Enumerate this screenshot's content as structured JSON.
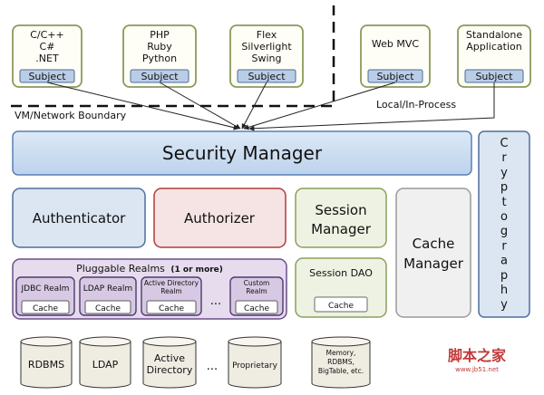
{
  "clients": [
    {
      "lines": [
        "C/C++",
        "C#",
        ".NET"
      ],
      "subject": "Subject"
    },
    {
      "lines": [
        "PHP",
        "Ruby",
        "Python"
      ],
      "subject": "Subject"
    },
    {
      "lines": [
        "Flex",
        "Silverlight",
        "Swing"
      ],
      "subject": "Subject"
    },
    {
      "lines": [
        "Web MVC"
      ],
      "subject": "Subject"
    },
    {
      "lines": [
        "Standalone",
        "Application"
      ],
      "subject": "Subject"
    }
  ],
  "boundary_labels": {
    "vm_network": "VM/Network Boundary",
    "local": "Local/In-Process"
  },
  "security_manager": "Security Manager",
  "cryptography": "Cryptography",
  "authenticator": "Authenticator",
  "authorizer": "Authorizer",
  "session_manager": [
    "Session",
    "Manager"
  ],
  "cache_manager": [
    "Cache",
    "Manager"
  ],
  "session_dao": {
    "title": "Session DAO",
    "cache": "Cache"
  },
  "realms": {
    "title": "Pluggable Realms",
    "note": "(1 or more)",
    "items": [
      {
        "lines": [
          "JDBC Realm"
        ],
        "cache": "Cache"
      },
      {
        "lines": [
          "LDAP Realm"
        ],
        "cache": "Cache"
      },
      {
        "lines": [
          "Active Directory",
          "Realm"
        ],
        "cache": "Cache"
      },
      {
        "lines": [
          "Custom",
          "Realm"
        ],
        "cache": "Cache"
      }
    ],
    "ellipsis": "..."
  },
  "datastores": [
    {
      "lines": [
        "RDBMS"
      ]
    },
    {
      "lines": [
        "LDAP"
      ]
    },
    {
      "lines": [
        "Active",
        "Directory"
      ]
    },
    {
      "lines": [
        "Proprietary"
      ]
    },
    {
      "lines": [
        "Memory,",
        "RDBMS,",
        "BigTable, etc."
      ]
    }
  ],
  "datastore_ellipsis": "...",
  "watermark": {
    "text": "脚本之家",
    "url": "www.jb51.net"
  },
  "colors": {
    "client_border": "#8a9a5b",
    "client_bg": "#fffef6",
    "subject_bg": "#b9cde6",
    "subject_border": "#4a6a99",
    "security_bg": "#c7d9ee",
    "security_border": "#5a7fb4",
    "authenticator_bg": "#dbe6f2",
    "authenticator_border": "#4f6f9a",
    "authorizer_bg": "#f6e4e4",
    "authorizer_border": "#b23a3a",
    "session_bg": "#eef2e2",
    "session_border": "#8aa05b",
    "cache_mgr_bg": "#f0f0f0",
    "cache_mgr_border": "#9a9a9a",
    "crypto_bg": "#dbe6f2",
    "crypto_border": "#4f6f9a",
    "realms_bg": "#e6dcee",
    "realms_border": "#6a4f8a",
    "cylinder_bg": "#efece2",
    "watermark": "#c23a3a"
  }
}
